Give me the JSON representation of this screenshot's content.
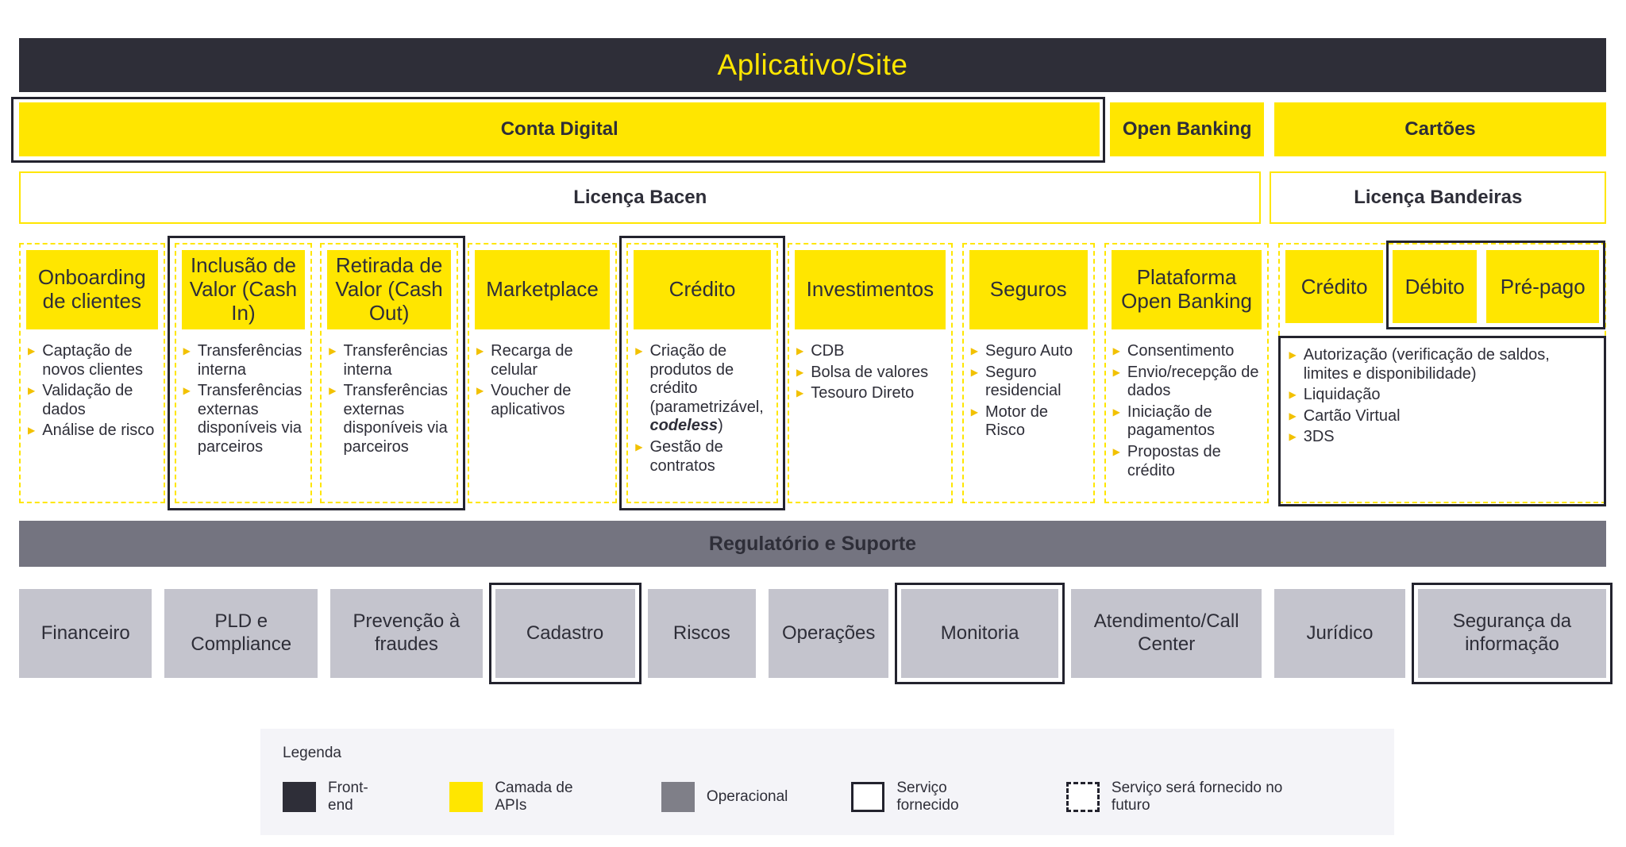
{
  "colors": {
    "front_end_dark": "#2E2E38",
    "api_yellow": "#FFE600",
    "operational_gray": "#747480",
    "operational_box_gray": "#C4C4CD",
    "legend_background": "#F4F4F8",
    "bullet_arrow": "#F2C100"
  },
  "app_bar": {
    "title": "Aplicativo/Site"
  },
  "channels": {
    "conta_digital": "Conta Digital",
    "open_banking": "Open Banking",
    "cartoes": "Cartões"
  },
  "licenses": {
    "bacen": "Licença Bacen",
    "bandeiras": "Licença Bandeiras"
  },
  "api_band": {
    "onboarding": {
      "header": "Onboarding de clientes",
      "bullets": [
        "Captação de novos clientes",
        "Validação de dados",
        "Análise de risco"
      ]
    },
    "cash_in": {
      "header": "Inclusão de Valor (Cash In)",
      "bullets": [
        "Transferências interna",
        "Transferências externas disponíveis via parceiros"
      ]
    },
    "cash_out": {
      "header": "Retirada de Valor (Cash Out)",
      "bullets": [
        "Transferências interna",
        "Transferências externas disponíveis via parceiros"
      ]
    },
    "marketplace": {
      "header": "Marketplace",
      "bullets": [
        "Recarga de celular",
        "Voucher de aplicativos"
      ]
    },
    "credito": {
      "header": "Crédito",
      "bullets": [
        {
          "pre": "Criação de produtos de crédito (parametrizável, ",
          "em": "codeless",
          "post": ")"
        },
        "Gestão de contratos"
      ]
    },
    "investimentos": {
      "header": "Investimentos",
      "bullets": [
        "CDB",
        "Bolsa de valores",
        "Tesouro Direto"
      ]
    },
    "seguros": {
      "header": "Seguros",
      "bullets": [
        "Seguro Auto",
        "Seguro residencial",
        "Motor de Risco"
      ]
    },
    "plataforma_open_banking": {
      "header": "Plataforma Open Banking",
      "bullets": [
        "Consentimento",
        "Envio/recepção de dados",
        "Iniciação de pagamentos",
        "Propostas de crédito"
      ]
    },
    "cartoes": {
      "headers": {
        "credito": "Crédito",
        "debito": "Débito",
        "pre_pago": "Pré-pago"
      },
      "bullets": [
        "Autorização (verificação de saldos, limites e disponibilidade)",
        "Liquidação",
        "Cartão Virtual",
        "3DS"
      ]
    }
  },
  "ops": {
    "bar_title": "Regulatório e Suporte",
    "boxes": [
      {
        "label": "Financeiro",
        "provided": false
      },
      {
        "label": "PLD e Compliance",
        "provided": false
      },
      {
        "label": "Prevenção à fraudes",
        "provided": false
      },
      {
        "label": "Cadastro",
        "provided": true
      },
      {
        "label": "Riscos",
        "provided": false
      },
      {
        "label": "Operações",
        "provided": false
      },
      {
        "label": "Monitoria",
        "provided": true
      },
      {
        "label": "Atendimento/Call Center",
        "provided": false
      },
      {
        "label": "Jurídico",
        "provided": false
      },
      {
        "label": "Segurança da informação",
        "provided": true
      }
    ]
  },
  "legend": {
    "title": "Legenda",
    "items": [
      {
        "label": "Front-end",
        "swatch": "front-end"
      },
      {
        "label": "Camada de APIs",
        "swatch": "apis"
      },
      {
        "label": "Operacional",
        "swatch": "operacional"
      },
      {
        "label": "Serviço fornecido",
        "swatch": "solid-border"
      },
      {
        "label": "Serviço será fornecido no futuro",
        "swatch": "dashed-border"
      }
    ]
  }
}
